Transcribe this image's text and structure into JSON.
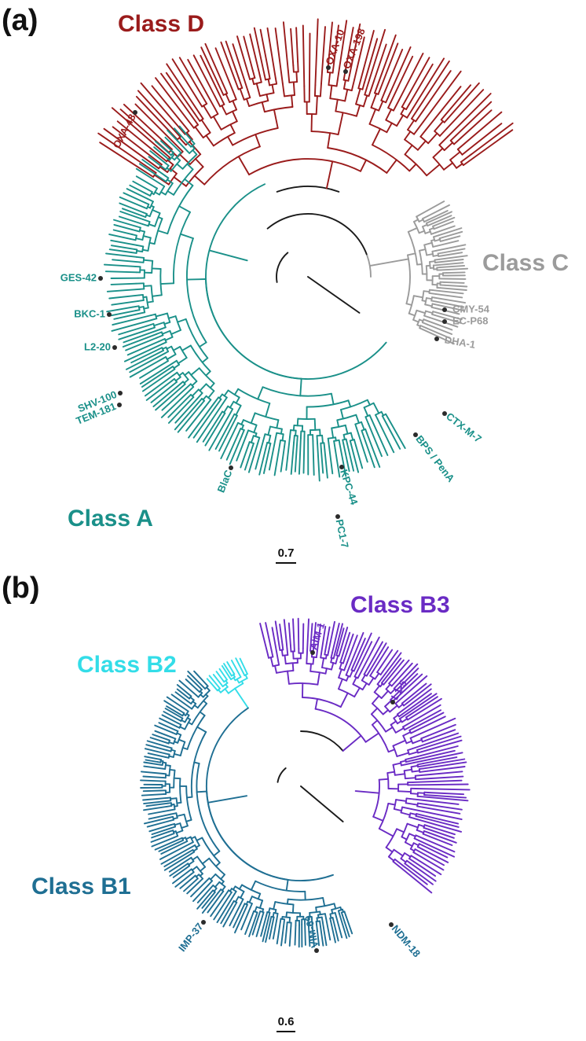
{
  "panels": [
    {
      "letter": "(a)",
      "scale_label": "0.7",
      "colors": {
        "root": "#1a1a1a",
        "Class A": "#1a9089",
        "Class C": "#9b9b9b",
        "Class D": "#9a1b1b"
      },
      "classes": [
        {
          "name": "Class D",
          "color": "#9a1b1b"
        },
        {
          "name": "Class C",
          "color": "#9b9b9b"
        },
        {
          "name": "Class A",
          "color": "#1a9089"
        }
      ],
      "marked_leaves": [
        {
          "label": "OXA-48",
          "class": "Class D"
        },
        {
          "label": "OXA-10",
          "class": "Class D"
        },
        {
          "label": "OXA-198",
          "class": "Class D"
        },
        {
          "label": "CMY-54",
          "class": "Class C"
        },
        {
          "label": "EC-P68",
          "class": "Class C"
        },
        {
          "label": "DHA-1",
          "class": "Class C"
        },
        {
          "label": "GES-42",
          "class": "Class A"
        },
        {
          "label": "BKC-1",
          "class": "Class A"
        },
        {
          "label": "L2-20",
          "class": "Class A"
        },
        {
          "label": "SHV-100",
          "class": "Class A"
        },
        {
          "label": "TEM-181",
          "class": "Class A"
        },
        {
          "label": "BlaC",
          "class": "Class A"
        },
        {
          "label": "PC1-7",
          "class": "Class A"
        },
        {
          "label": "KPC-44",
          "class": "Class A"
        },
        {
          "label": "BPS / PenA",
          "class": "Class A"
        },
        {
          "label": "CTX-M-7",
          "class": "Class A"
        }
      ]
    },
    {
      "letter": "(b)",
      "scale_label": "0.6",
      "colors": {
        "root": "#1a1a1a",
        "Class B1": "#1f6f93",
        "Class B2": "#33dde8",
        "Class B3": "#6a2bc4"
      },
      "classes": [
        {
          "name": "Class B3",
          "color": "#6a2bc4"
        },
        {
          "name": "Class B2",
          "color": "#33dde8"
        },
        {
          "name": "Class B1",
          "color": "#1f6f93"
        }
      ],
      "marked_leaves": [
        {
          "label": "AIM-1",
          "class": "Class B3"
        },
        {
          "label": "L1-5",
          "class": "Class B3"
        },
        {
          "label": "IMP-37",
          "class": "Class B1"
        },
        {
          "label": "VIM-69",
          "class": "Class B1"
        },
        {
          "label": "NDM-18",
          "class": "Class B1"
        }
      ]
    }
  ]
}
